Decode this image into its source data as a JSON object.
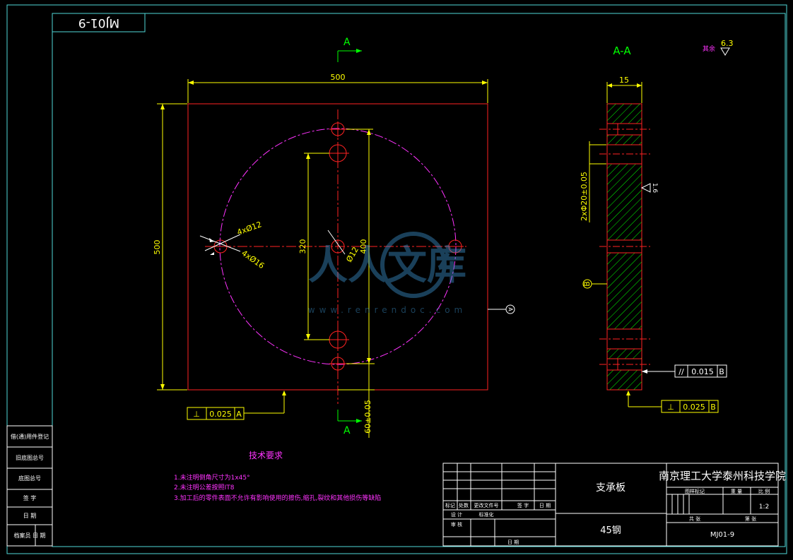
{
  "drawing_number_stamp": "MJ01-9",
  "section_marks": {
    "top": "A",
    "bottom": "A"
  },
  "front_view": {
    "dim_width": "500",
    "dim_height": "500",
    "dim_hole_spacing": "320",
    "dim_hole_spacing_outer": "400",
    "dim_small_holes": "4xØ12",
    "dim_large_holes": "4xØ16",
    "dim_center_hole": "Ø12",
    "dim_offset": "60±0.05",
    "tolerance_symbol": "⊥",
    "tolerance_value": "0.025",
    "tolerance_datum": "A",
    "view_marker": "A"
  },
  "section_view": {
    "title": "A-A",
    "dim_thickness": "15",
    "dim_holes": "2xΦ20±0.05",
    "roughness": "1.6",
    "datum_marker": "B",
    "parallel_symbol": "//",
    "parallel_value": "0.015",
    "parallel_datum": "B",
    "perp_symbol": "⊥",
    "perp_value": "0.025",
    "perp_datum": "B"
  },
  "roughness_note": {
    "label": "其余",
    "value": "6.3"
  },
  "tech_requirements": {
    "title": "技术要求",
    "items": [
      "1.未注明倒角尺寸为1x45°",
      "2.未注明公差按照IT8",
      "3.加工后的零件表面不允许有影响使用的擦伤,缩孔,裂纹和其他损伤等缺陷"
    ]
  },
  "left_table": {
    "rows": [
      "借(通)用件登记",
      "旧底图总号",
      "底图总号",
      "签 字",
      "日 期",
      "档案员 日 期"
    ]
  },
  "title_block": {
    "part_name": "支承板",
    "material": "45钢",
    "school": "南京理工大学泰州科技学院",
    "drawing_no": "MJ01-9",
    "scale": "1:2",
    "header_cols": [
      "标记",
      "处数",
      "更改文件号",
      "签 字",
      "日 期"
    ],
    "role_design": "设 计",
    "role_standard": "标准化",
    "role_review": "审 核",
    "role_date": "日 期",
    "stage_label": "图样标记",
    "weight_label": "重 量",
    "scale_label": "比 例",
    "sheet_total": "共 张",
    "sheet_no": "第 张"
  },
  "watermark": {
    "text": "人人文库",
    "url": "www.renrendoc.com"
  },
  "colors": {
    "yellow": "#ffff00",
    "red": "#ff2222",
    "magenta": "#ff33ff",
    "green": "#00ff00",
    "cyan": "#4fd8d8"
  }
}
